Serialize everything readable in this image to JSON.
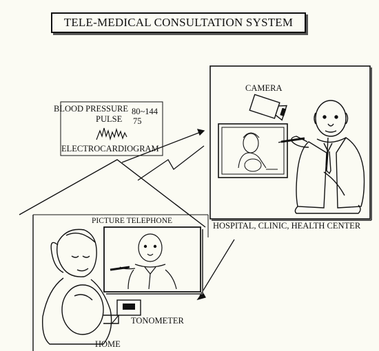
{
  "title": "TELE-MEDICAL CONSULTATION SYSTEM",
  "vitals": {
    "blood_pressure_label": "BLOOD PRESSURE",
    "blood_pressure_value": "80~144",
    "pulse_label": "PULSE",
    "pulse_value": "75",
    "ecg_label": "ELECTROCARDIOGRAM"
  },
  "hospital": {
    "camera_label": "CAMERA",
    "caption": "HOSPITAL, CLINIC, HEALTH CENTER"
  },
  "home": {
    "picture_telephone_label": "PICTURE TELEPHONE",
    "tonometer_label": "TONOMETER",
    "caption": "HOME"
  }
}
